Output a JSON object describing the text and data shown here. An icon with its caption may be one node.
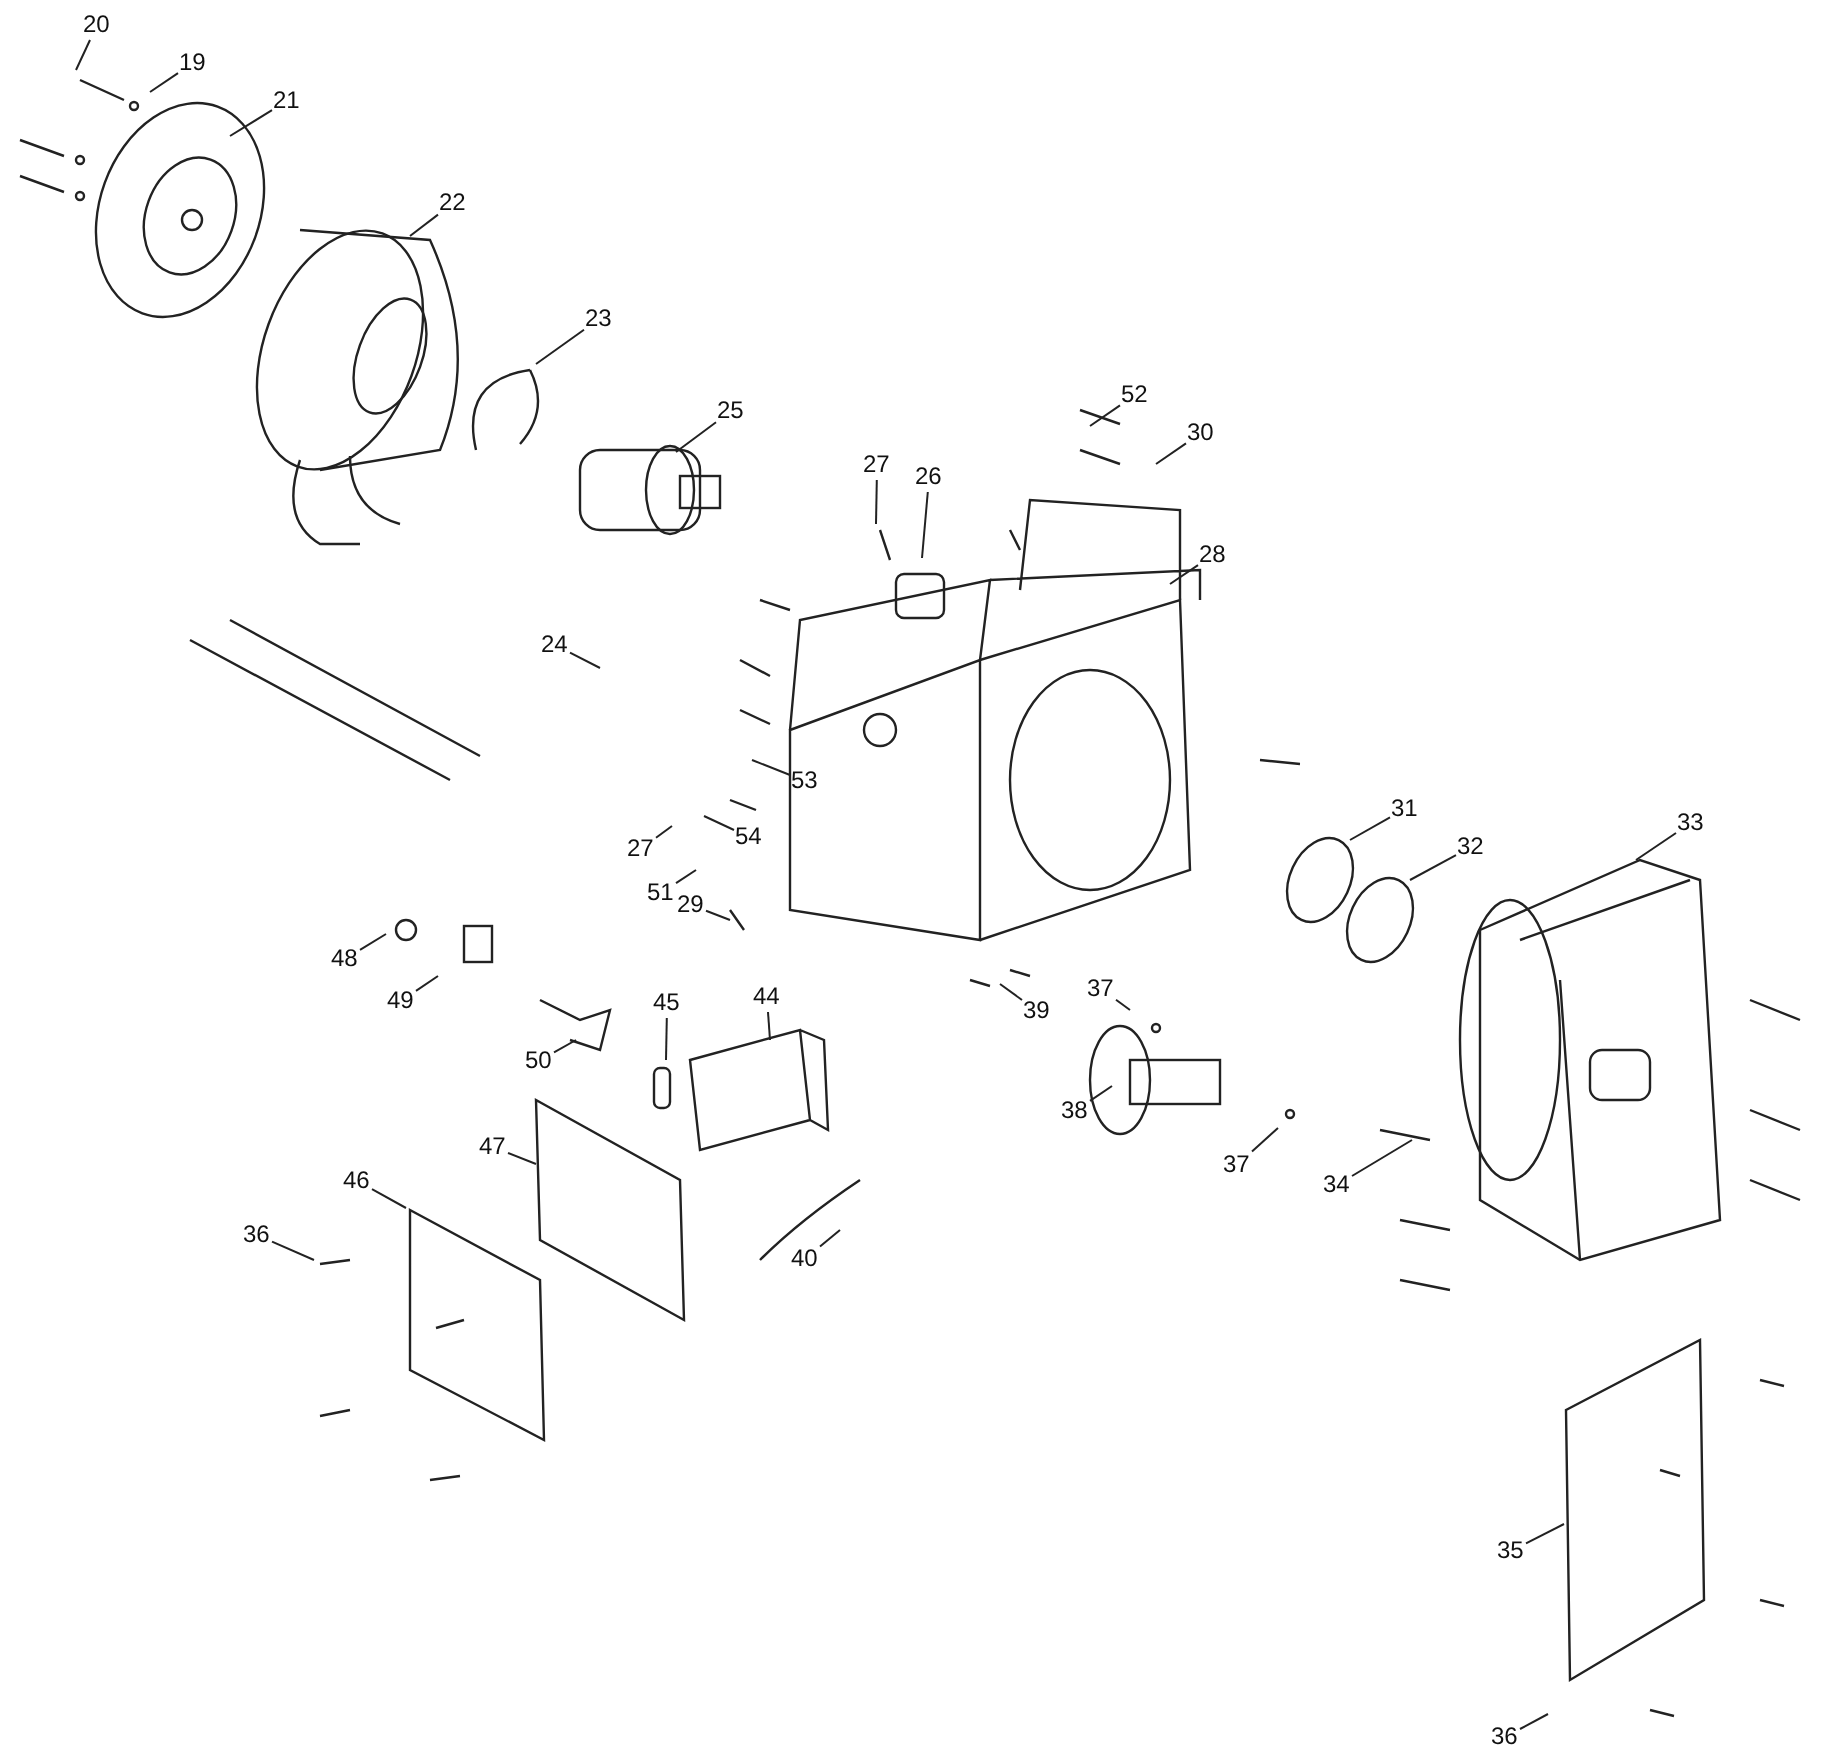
{
  "diagram": {
    "nodes": [
      {
        "text": [
          "20"
        ]
      },
      {
        "text": [
          "19"
        ]
      },
      {
        "text": [
          "21"
        ]
      },
      {
        "text": [
          "22"
        ]
      },
      {
        "text": [
          "23"
        ]
      },
      {
        "text": [
          "25"
        ]
      },
      {
        "text": [
          "27"
        ]
      },
      {
        "text": [
          "26"
        ]
      },
      {
        "text": [
          "52"
        ]
      },
      {
        "text": [
          "30"
        ]
      },
      {
        "text": [
          "28"
        ]
      },
      {
        "text": [
          "24"
        ]
      },
      {
        "text": [
          "53"
        ]
      },
      {
        "text": [
          "54"
        ]
      },
      {
        "text": [
          "27"
        ]
      },
      {
        "text": [
          "51"
        ]
      },
      {
        "text": [
          "29"
        ]
      },
      {
        "text": [
          "31"
        ]
      },
      {
        "text": [
          "32"
        ]
      },
      {
        "text": [
          "33"
        ]
      },
      {
        "text": [
          "48"
        ]
      },
      {
        "text": [
          "49"
        ]
      },
      {
        "text": [
          "39"
        ]
      },
      {
        "text": [
          "37"
        ]
      },
      {
        "text": [
          "38"
        ]
      },
      {
        "text": [
          "37"
        ]
      },
      {
        "text": [
          "45"
        ]
      },
      {
        "text": [
          "44"
        ]
      },
      {
        "text": [
          "50"
        ]
      },
      {
        "text": [
          "47"
        ]
      },
      {
        "text": [
          "34"
        ]
      },
      {
        "text": [
          "46"
        ]
      },
      {
        "text": [
          "36"
        ]
      },
      {
        "text": [
          "40"
        ]
      },
      {
        "text": [
          "35"
        ]
      },
      {
        "text": [
          "36"
        ]
      }
    ],
    "edges": [
      {
        "from": 0,
        "to": null,
        "arrow": "none"
      },
      {
        "from": 1,
        "to": null,
        "arrow": "none"
      },
      {
        "from": 2,
        "to": null,
        "arrow": "none"
      },
      {
        "from": 3,
        "to": null,
        "arrow": "none"
      },
      {
        "from": 4,
        "to": null,
        "arrow": "none"
      },
      {
        "from": 5,
        "to": null,
        "arrow": "none"
      },
      {
        "from": 6,
        "to": null,
        "arrow": "none"
      },
      {
        "from": 7,
        "to": null,
        "arrow": "none"
      },
      {
        "from": 8,
        "to": null,
        "arrow": "none"
      },
      {
        "from": 9,
        "to": null,
        "arrow": "none"
      },
      {
        "from": 10,
        "to": null,
        "arrow": "none"
      },
      {
        "from": 11,
        "to": null,
        "arrow": "none"
      },
      {
        "from": 12,
        "to": null,
        "arrow": "none"
      },
      {
        "from": 13,
        "to": null,
        "arrow": "none"
      },
      {
        "from": 14,
        "to": null,
        "arrow": "none"
      },
      {
        "from": 15,
        "to": null,
        "arrow": "none"
      },
      {
        "from": 16,
        "to": null,
        "arrow": "none"
      },
      {
        "from": 17,
        "to": null,
        "arrow": "none"
      },
      {
        "from": 18,
        "to": null,
        "arrow": "none"
      },
      {
        "from": 19,
        "to": null,
        "arrow": "none"
      },
      {
        "from": 20,
        "to": null,
        "arrow": "none"
      },
      {
        "from": 21,
        "to": null,
        "arrow": "none"
      },
      {
        "from": 22,
        "to": null,
        "arrow": "none"
      },
      {
        "from": 23,
        "to": null,
        "arrow": "none"
      },
      {
        "from": 24,
        "to": null,
        "arrow": "none"
      },
      {
        "from": 25,
        "to": null,
        "arrow": "none"
      },
      {
        "from": 26,
        "to": null,
        "arrow": "none"
      },
      {
        "from": 27,
        "to": null,
        "arrow": "none"
      },
      {
        "from": 28,
        "to": null,
        "arrow": "none"
      },
      {
        "from": 29,
        "to": null,
        "arrow": "none"
      },
      {
        "from": 30,
        "to": null,
        "arrow": "none"
      },
      {
        "from": 31,
        "to": null,
        "arrow": "none"
      },
      {
        "from": 32,
        "to": null,
        "arrow": "none"
      },
      {
        "from": 33,
        "to": null,
        "arrow": "none"
      },
      {
        "from": 34,
        "to": null,
        "arrow": "none"
      },
      {
        "from": 35,
        "to": null,
        "arrow": "none"
      }
    ]
  }
}
